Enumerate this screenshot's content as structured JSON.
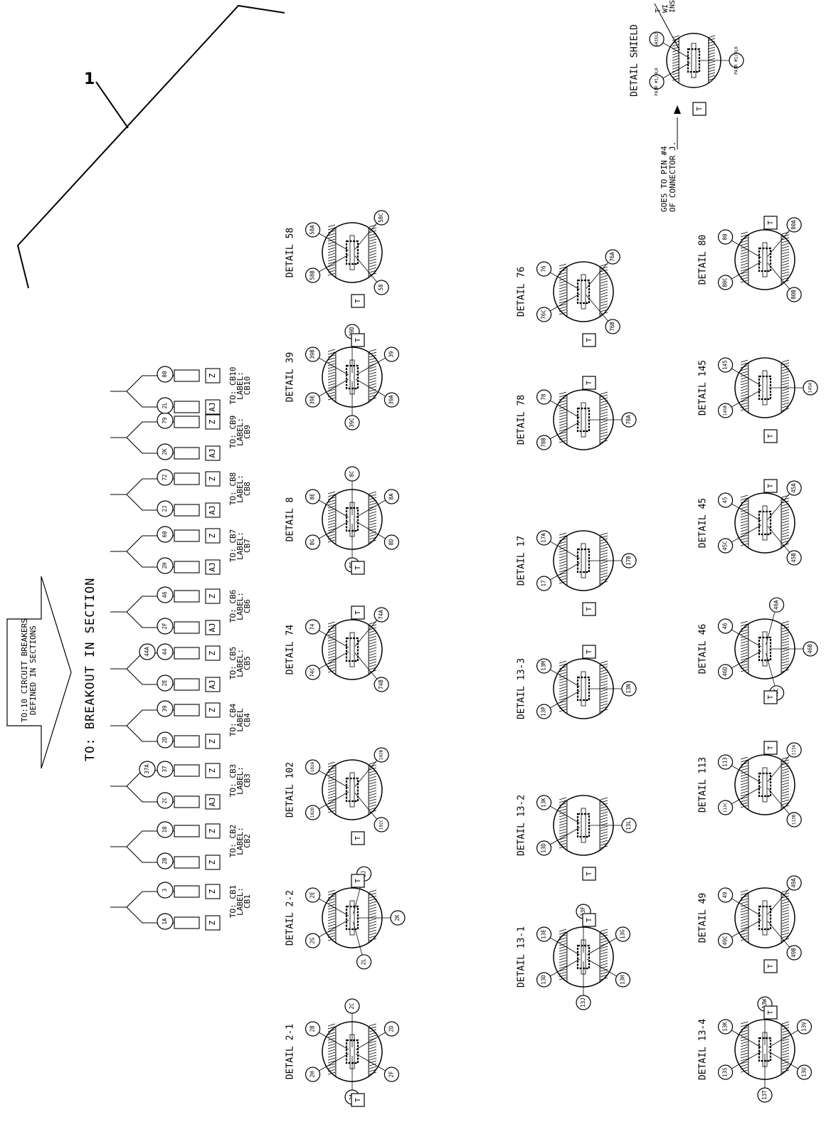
{
  "callout": "1",
  "routing": {
    "breakout_label": "TO: BREAKOUT IN SECTION",
    "arrow_text_1": "TO:10 CIRCUIT BREAKERS",
    "arrow_text_2": "DEFINED IN SECTIONS"
  },
  "breakers": [
    {
      "id": "cb1",
      "top": "3",
      "bottom": "1A",
      "mark_top": "Z",
      "mark_bottom": "Z",
      "label": [
        "TO: CB1",
        "LABEL:",
        "CB1"
      ]
    },
    {
      "id": "cb2",
      "top": "10",
      "bottom": "2B",
      "mark_top": "Z",
      "mark_bottom": "Z",
      "label": [
        "TO: CB2",
        "LABEL:",
        "CB2"
      ]
    },
    {
      "id": "cb3",
      "top": "37",
      "top_extra": "37A",
      "bottom": "2C",
      "mark_top": "Z",
      "mark_bottom": "AJ",
      "label": [
        "TO: CB3",
        "LABEL:",
        "CB3"
      ]
    },
    {
      "id": "cb4",
      "top": "39",
      "bottom": "2D",
      "mark_top": "Z",
      "mark_bottom": "Z",
      "label": [
        "TO: CB4",
        "LABEL",
        "CB4"
      ]
    },
    {
      "id": "cb5",
      "top": "44",
      "top_extra": "44A",
      "bottom": "2E",
      "mark_top": "Z",
      "mark_bottom": "AJ",
      "label": [
        "TO: CB5",
        "LABEL:",
        "CB5"
      ]
    },
    {
      "id": "cb6",
      "top": "46",
      "bottom": "2F",
      "mark_top": "Z",
      "mark_bottom": "AJ",
      "label": [
        "TO: CB6",
        "LABEL:",
        "CB6"
      ]
    },
    {
      "id": "cb7",
      "top": "60",
      "bottom": "2H",
      "mark_top": "Z",
      "mark_bottom": "AJ",
      "label": [
        "TO: CB7",
        "LABEL:",
        "CB7"
      ]
    },
    {
      "id": "cb8",
      "top": "72",
      "bottom": "2J",
      "mark_top": "Z",
      "mark_bottom": "AJ",
      "label": [
        "TO: CB8",
        "LABEL:",
        "CB8"
      ]
    },
    {
      "id": "cb9",
      "top": "79",
      "bottom": "2K",
      "mark_top": "Z",
      "mark_bottom": "AJ",
      "label": [
        "TO: CB9",
        "LABEL:",
        "CB9"
      ]
    },
    {
      "id": "cb10",
      "top": "80",
      "bottom": "2L",
      "mark_top": "Z",
      "mark_bottom": "AJ",
      "label": [
        "TO: CB10",
        "LABEL:",
        "CB10"
      ]
    }
  ],
  "details": [
    {
      "title": "DETAIL 2-1",
      "balloons": [
        "2B",
        "2C",
        "2D",
        "2F",
        "2A",
        "2H"
      ]
    },
    {
      "title": "DETAIL 2-2",
      "balloons": [
        "2E",
        "2J",
        "2K",
        "2L",
        "2G"
      ]
    },
    {
      "title": "DETAIL 102",
      "balloons": [
        "102A",
        "102B",
        "102C",
        "102D"
      ]
    },
    {
      "title": "DETAIL 74",
      "balloons": [
        "74",
        "74A",
        "74B",
        "74C"
      ]
    },
    {
      "title": "DETAIL 8",
      "balloons": [
        "8E",
        "8C",
        "8A",
        "8D",
        "8F",
        "8G"
      ]
    },
    {
      "title": "DETAIL 39",
      "balloons": [
        "39B",
        "39D",
        "39",
        "39A",
        "39C",
        "39E"
      ]
    },
    {
      "title": "DETAIL 58",
      "balloons": [
        "58A",
        "58C",
        "58",
        "58B"
      ]
    },
    {
      "title": "DETAIL 13-1",
      "balloons": [
        "13E",
        "13F",
        "13G",
        "13H",
        "13J",
        "13D"
      ]
    },
    {
      "title": "DETAIL 13-2",
      "balloons": [
        "13K",
        "13L",
        "13D"
      ]
    },
    {
      "title": "DETAIL 13-3",
      "balloons": [
        "13M",
        "13N",
        "13P"
      ]
    },
    {
      "title": "DETAIL 17",
      "balloons": [
        "17A",
        "17B",
        "17"
      ]
    },
    {
      "title": "DETAIL 78",
      "balloons": [
        "78",
        "78A",
        "78B"
      ]
    },
    {
      "title": "DETAIL 76",
      "balloons": [
        "76",
        "76A",
        "76B",
        "76C"
      ]
    },
    {
      "title": "DETAIL 13-4",
      "balloons": [
        "13K",
        "13W",
        "13V",
        "13U",
        "13T",
        "13S"
      ]
    },
    {
      "title": "DETAIL 49",
      "balloons": [
        "49",
        "49A",
        "49B",
        "49C"
      ]
    },
    {
      "title": "DETAIL 113",
      "balloons": [
        "113",
        "113A",
        "113B",
        "113C"
      ]
    },
    {
      "title": "DETAIL 46",
      "balloons": [
        "46",
        "46A",
        "46B",
        "46C",
        "46D"
      ]
    },
    {
      "title": "DETAIL 45",
      "balloons": [
        "45",
        "45A",
        "45B",
        "45C"
      ]
    },
    {
      "title": "DETAIL 145",
      "balloons": [
        "145",
        "145A",
        "145B"
      ]
    },
    {
      "title": "DETAIL 80",
      "balloons": [
        "80",
        "80A",
        "80B",
        "80C"
      ]
    },
    {
      "title": "DETAIL SHIELD",
      "balloons": [
        "SHIELD",
        "PAIR #1/BLK",
        "PAIR #1/BLK"
      ]
    }
  ],
  "shield_note": {
    "line1": "GOES TO PIN #4",
    "line2": "OF CONNECTOR J.",
    "cut_top_1": "T",
    "cut_top_2": "WI",
    "cut_top_3": "INS"
  },
  "tag_T": "T"
}
